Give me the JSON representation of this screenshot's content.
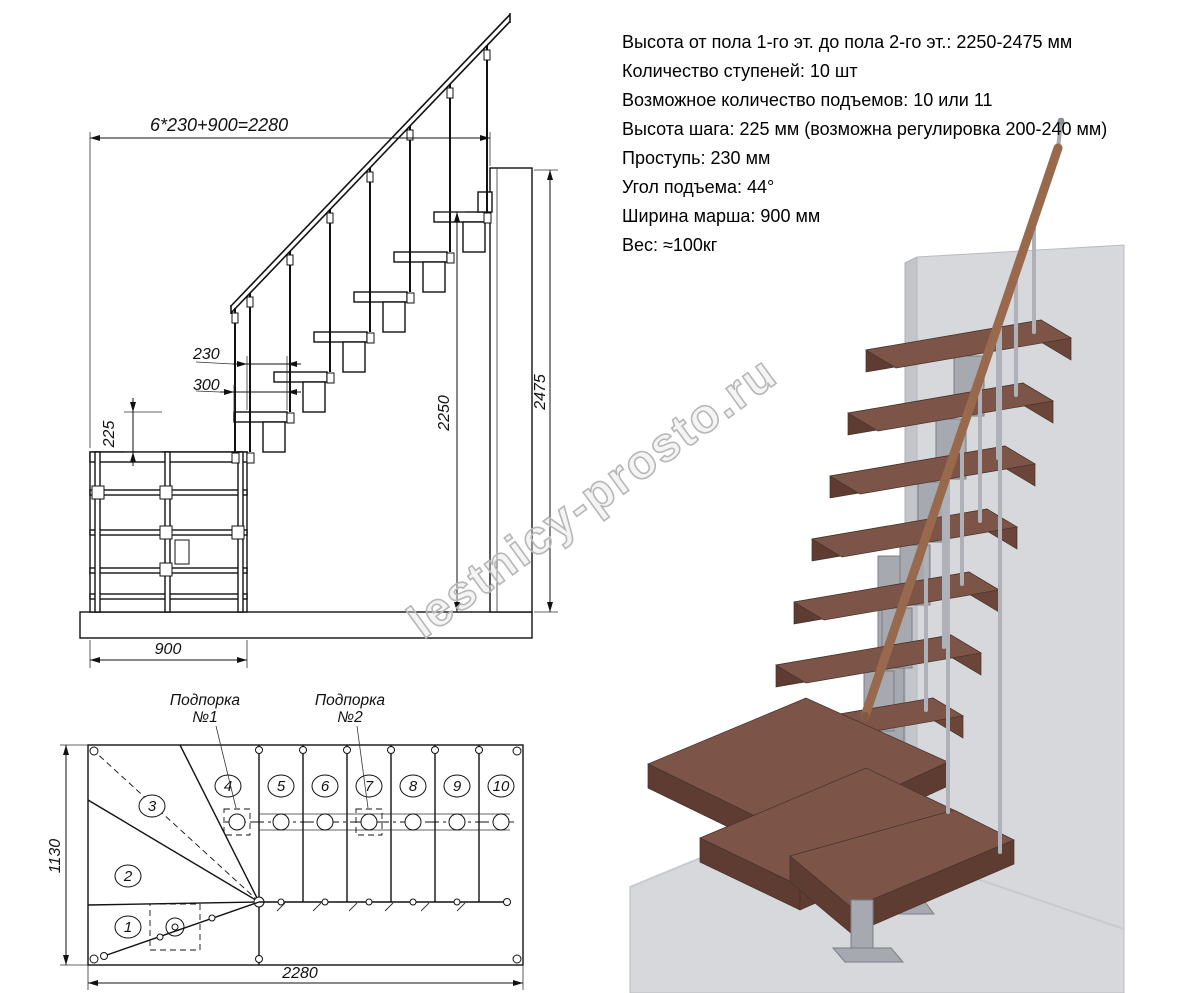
{
  "specs": {
    "lines": [
      "Высота от пола 1-го эт. до пола 2-го эт.: 2250-2475 мм",
      "Количество ступеней: 10 шт",
      "Возможное количество подъемов: 10 или 11",
      "Высота шага: 225 мм (возможна регулировка 200-240 мм)",
      "Проступь: 230 мм",
      "Угол подъема: 44°",
      "Ширина марша: 900 мм",
      "Вес: ≈100кг"
    ]
  },
  "elevation": {
    "dim_total_run": "6*230+900=2280",
    "dim_tread_run": "230",
    "dim_tread_depth": "300",
    "dim_step_rise": "225",
    "dim_height_to_top_tread": "2250",
    "dim_floor_to_floor": "2475",
    "dim_march_width": "900"
  },
  "plan": {
    "support_label_1_line1": "Подпорка",
    "support_label_1_line2": "№1",
    "support_label_2_line1": "Подпорка",
    "support_label_2_line2": "№2",
    "dim_width": "1130",
    "dim_length": "2280",
    "step_numbers": [
      "1",
      "2",
      "3",
      "4",
      "5",
      "6",
      "7",
      "8",
      "9",
      "10"
    ]
  },
  "watermark": {
    "text": "lestnicy-prosto.ru"
  },
  "colors": {
    "wall": "#d6d8dc",
    "wood_top": "#7c5448",
    "wood_front": "#5e3c32",
    "metal": "#a6aab0",
    "handrail": "#98694c",
    "watermark": "#b7b7b7",
    "line": "#111111"
  }
}
